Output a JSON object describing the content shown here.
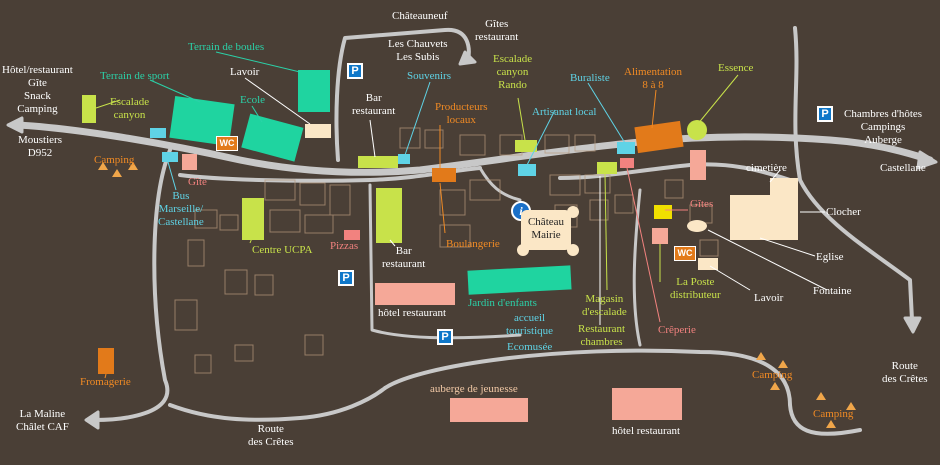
{
  "colors": {
    "background": "#4a3f36",
    "road": "#c8c8c8",
    "label_white": "#ffffff",
    "label_yellow_green": "#c8e24a",
    "label_teal": "#2bd1a8",
    "label_cyan": "#5fd3e6",
    "label_orange": "#f08a24",
    "label_pink": "#f2827f",
    "label_peach": "#f2c9a6",
    "parking_blue": "#0e77c9"
  },
  "icons": {
    "parking": "P",
    "wc": "WC",
    "info": "i",
    "camping": "camping-triangle-icon"
  },
  "labels": {
    "chateauneuf": "Châteauneuf",
    "gites_restaurant_top": "Gîtes\nrestaurant",
    "les_chauvets": "Les Chauvets\nLes Subis",
    "hotel_restaurant_left": "Hôtel/restaurant\nGîte\nSnack\nCamping",
    "moustiers": "Moustiers\nD952",
    "camping_left": "Camping",
    "terrain_boules": "Terrain de boules",
    "terrain_sport": "Terrain de sport",
    "escalade_canyon": "Escalade\ncanyon",
    "lavoir_top": "Lavoir",
    "ecole": "Ecole",
    "gite_left": "Gîte",
    "bus": "Bus\nMarseille/\nCastellane",
    "centre_ucpa": "Centre UCPA",
    "pizzas": "Pizzas",
    "bar_restaurant_top": "Bar\nrestaurant",
    "souvenirs": "Souvenirs",
    "producteurs": "Producteurs\nlocaux",
    "escalade_rando": "Escalade\ncanyon\nRando",
    "artisanat": "Artisanat local",
    "buraliste": "Buraliste",
    "alimentation": "Alimentation\n8 à 8",
    "essence": "Essence",
    "chambres_hotes": "Chambres d'hôtes\nCampings\nAuberge",
    "castellane": "Castellane",
    "cimetiere": "cimetière",
    "clocher": "Clocher",
    "gites_right": "Gîtes",
    "eglise": "Eglise",
    "fontaine": "Fontaine",
    "la_poste": "La Poste\ndistributeur",
    "lavoir_right": "Lavoir",
    "chateau_mairie": "Château\nMairie",
    "boulangerie": "Boulangerie",
    "bar_restaurant_mid": "Bar\nrestaurant",
    "hotel_restaurant_mid": "hôtel restaurant",
    "jardin": "Jardin d'enfants",
    "accueil": "accueil\ntouristique",
    "ecomusee": "Ecomusée",
    "magasin": "Magasin\nd'escalade",
    "restaurant_chambres": "Restaurant\nchambres",
    "creperie": "Crêperie",
    "fromagerie": "Fromagerie",
    "la_maline": "La Maline\nChâlet CAF",
    "route_cretes_bottom": "Route\ndes Crêtes",
    "auberge_jeunesse": "auberge de jeunesse",
    "hotel_restaurant_bottom": "hôtel restaurant",
    "route_cretes_right": "Route\ndes Crêtes",
    "camping_right1": "Camping",
    "camping_right2": "Camping"
  }
}
